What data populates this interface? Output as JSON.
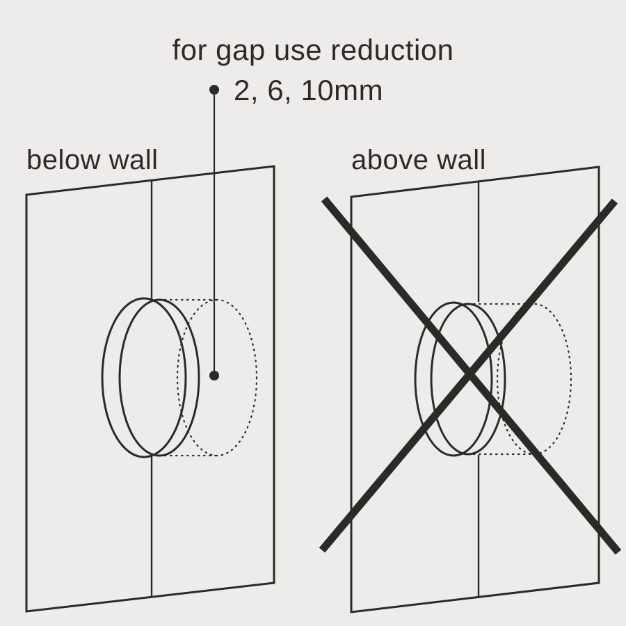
{
  "annotation": {
    "line1": "for gap use reduction",
    "line2": "2, 6, 10mm"
  },
  "diagrams": {
    "left": {
      "label": "below wall"
    },
    "right": {
      "label": "above wall"
    }
  },
  "colors": {
    "background": "#edecea",
    "stroke": "#2b2a27",
    "text": "#2d2a26"
  }
}
